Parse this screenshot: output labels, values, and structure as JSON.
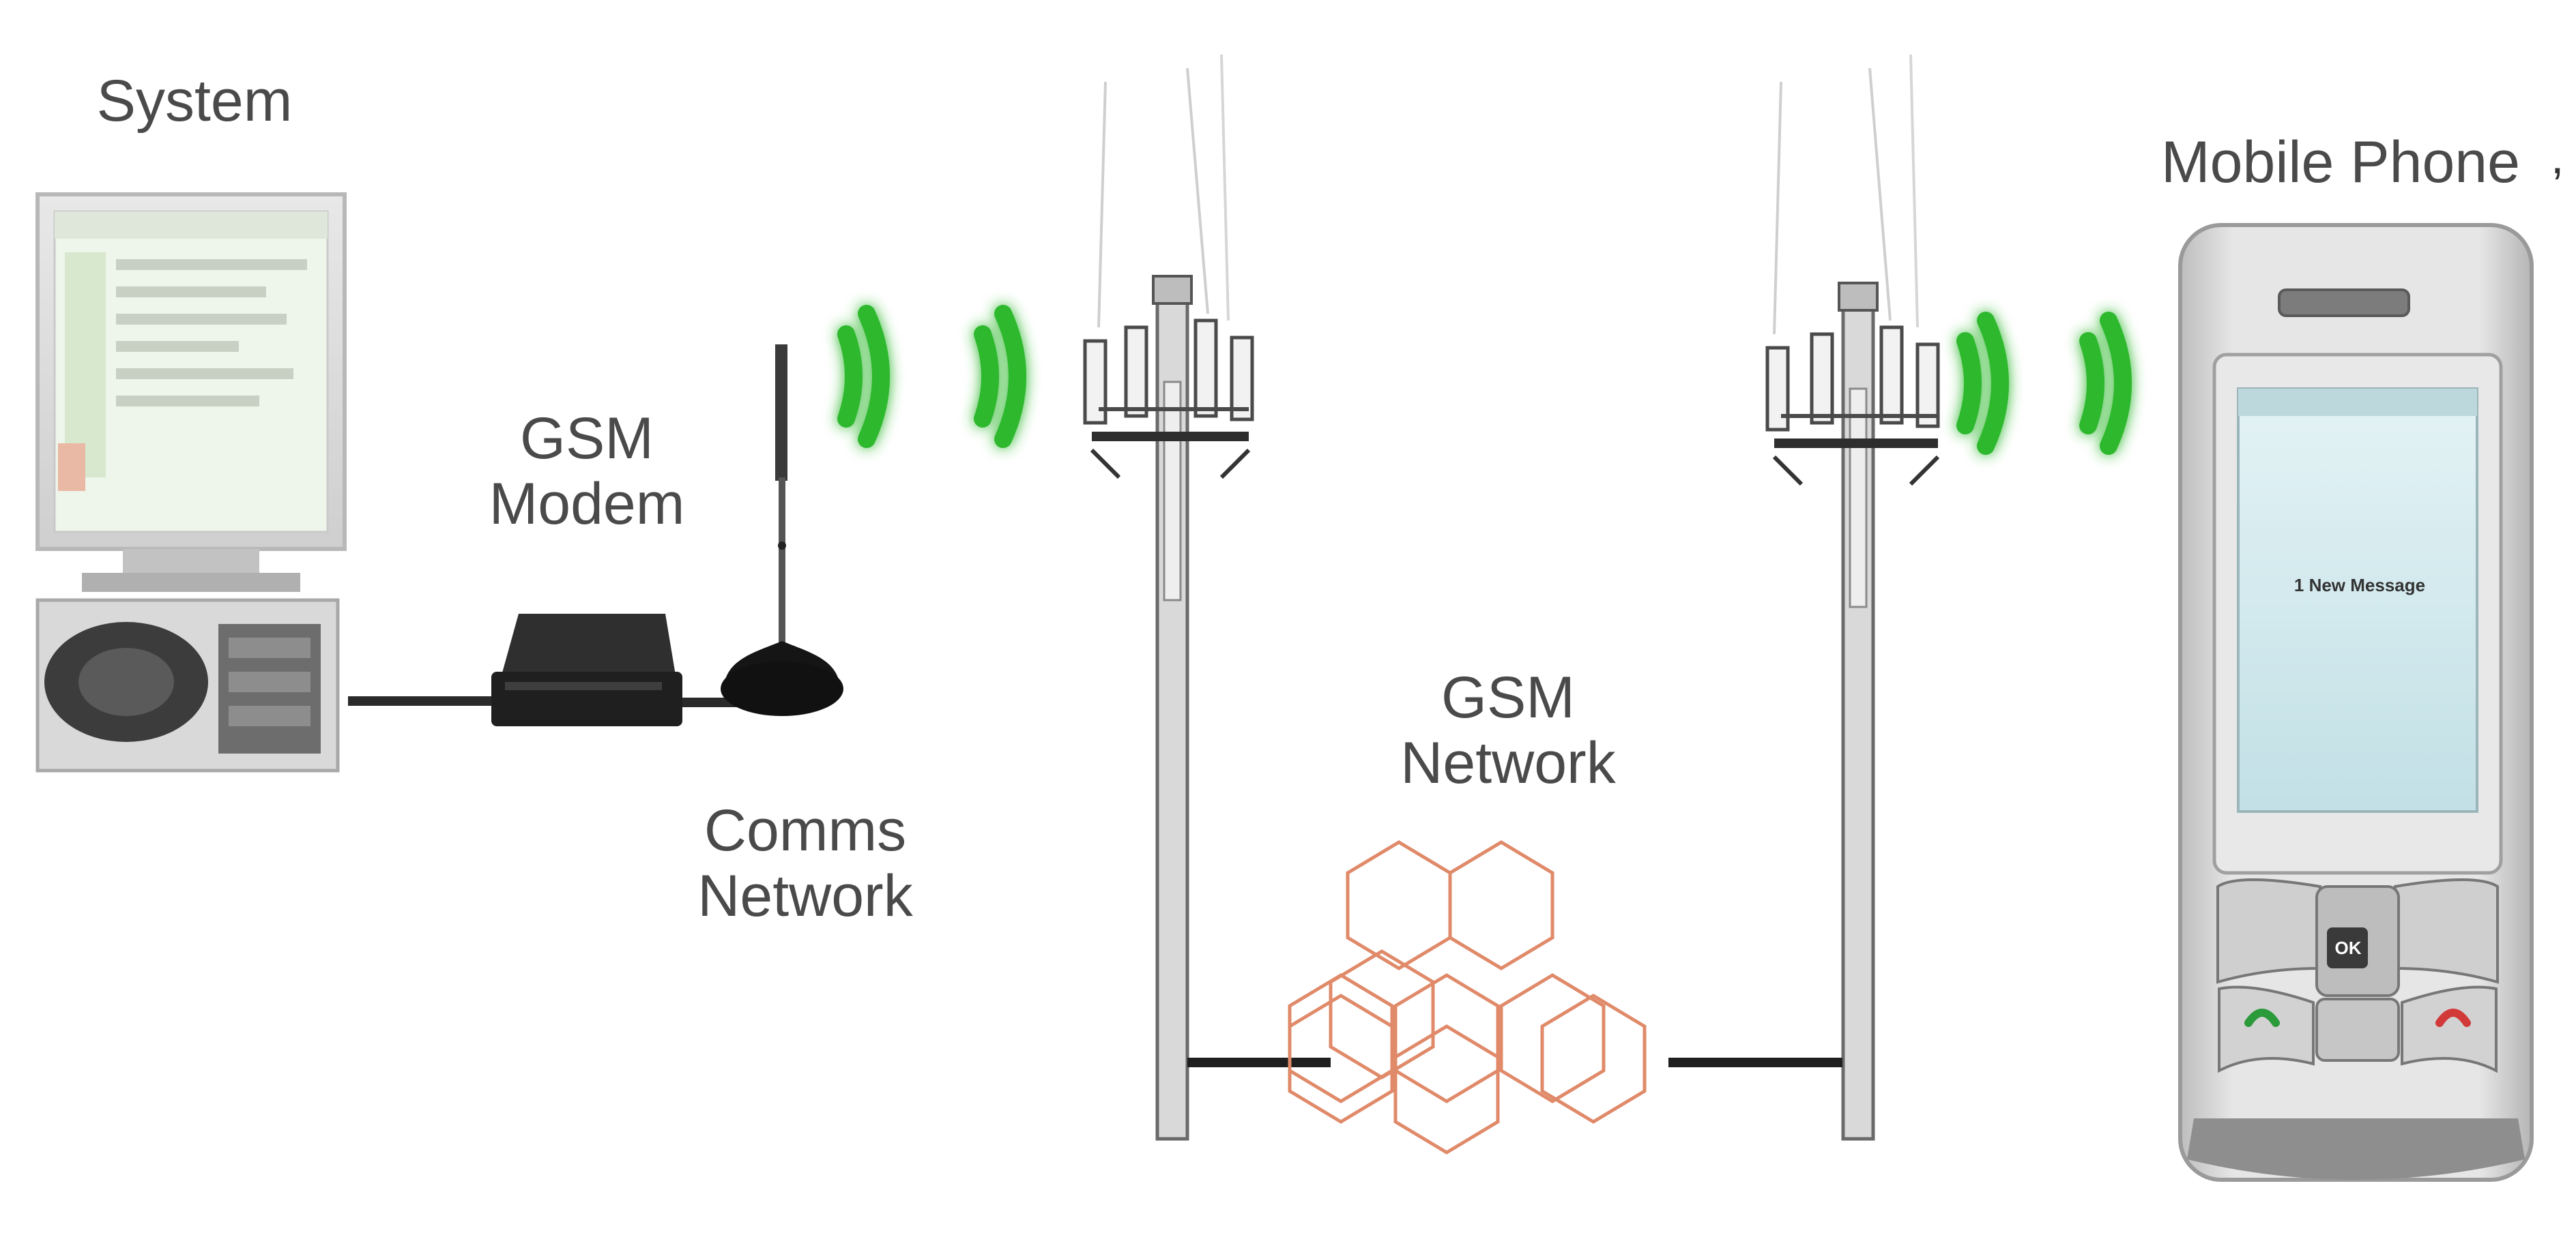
{
  "labels": {
    "system": "System",
    "gsm_modem": [
      "GSM",
      "Modem"
    ],
    "comms_network": [
      "Comms",
      "Network"
    ],
    "gsm_network": [
      "GSM",
      "Network"
    ],
    "mobile_phone": "Mobile Phone",
    "phone_screen_message": "1 New Message",
    "phone_ok_key": "OK",
    "trailing_mark": ","
  },
  "colors": {
    "signal_green": "#2db82d",
    "hex_cell_stroke": "#e08a6a",
    "text": "#4a4a4a",
    "phone_body": "#d9d9d9",
    "phone_screen": "#cfe8ec",
    "cable": "#2a2a2a"
  },
  "icons": [
    "computer-icon",
    "gsm-modem-icon",
    "antenna-icon",
    "cell-tower-icon",
    "signal-waves-icon",
    "hexagon-cell-icon",
    "mobile-phone-icon"
  ]
}
